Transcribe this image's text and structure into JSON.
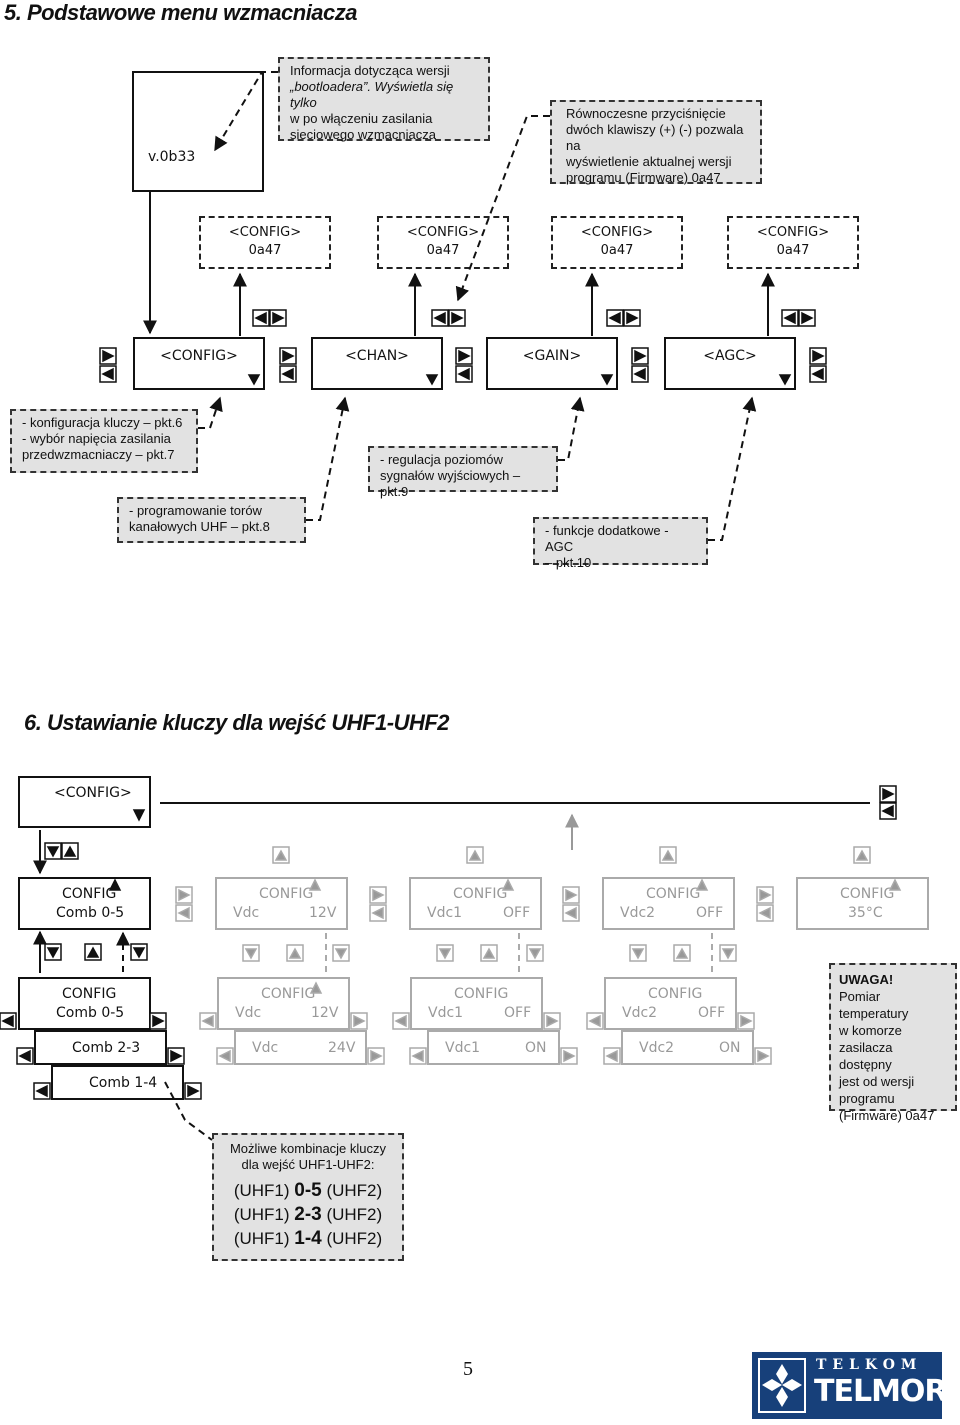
{
  "section5": {
    "title": "5. Podstawowe menu wzmacniacza",
    "version_display": "v.0b33",
    "note_bootloader": {
      "line1": "Informacja dotycząca wersji",
      "line2": "„bootloadera”. Wyświetla się tylko",
      "line3": "w po włączeniu zasilania",
      "line4": "sieciowego wzmacniacza"
    },
    "note_firmware": {
      "line1": "Równoczesne przyciśnięcie",
      "line2": "dwóch klawiszy (+) (-) pozwala na",
      "line3": "wyświetlenie aktualnej wersji",
      "line4": "programu (Firmware) 0a47"
    },
    "firmware_boxes": [
      {
        "line1": "<CONFIG>",
        "line2": "0a47"
      },
      {
        "line1": "<CONFIG>",
        "line2": "0a47"
      },
      {
        "line1": "<CONFIG>",
        "line2": "0a47"
      },
      {
        "line1": "<CONFIG>",
        "line2": "0a47"
      }
    ],
    "menu": [
      "<CONFIG>",
      "<CHAN>",
      "<GAIN>",
      "<AGC>"
    ],
    "notes": {
      "config_a1": "- konfiguracja kluczy – pkt.6",
      "config_a2": "- wybór napięcia zasilania",
      "config_a3": "przedwzmacniaczy – pkt.7",
      "chan1": "- programowanie torów",
      "chan2": "kanałowych UHF – pkt.8",
      "gain1": "- regulacja poziomów",
      "gain2": "sygnałów wyjściowych – pkt.9",
      "agc1": "- funkcje dodatkowe - AGC",
      "agc2": "– pkt.10"
    }
  },
  "section6": {
    "title": "6. Ustawianie kluczy dla wejść UHF1-UHF2",
    "top_box": "<CONFIG>",
    "row1": [
      {
        "l1": "CONFIG",
        "l2a": "Comb 0-5",
        "l2b": ""
      },
      {
        "l1": "CONFIG",
        "l2a": "Vdc",
        "l2b": "12V"
      },
      {
        "l1": "CONFIG",
        "l2a": "Vdc1",
        "l2b": "OFF"
      },
      {
        "l1": "CONFIG",
        "l2a": "Vdc2",
        "l2b": "OFF"
      },
      {
        "l1": "CONFIG",
        "l2a": "35°C",
        "l2b": ""
      }
    ],
    "row2": [
      {
        "l1": "CONFIG",
        "l2a": "Comb 0-5",
        "l2b": ""
      },
      {
        "l1": "CONFIG",
        "l2a": "Vdc",
        "l2b": "12V"
      },
      {
        "l1": "CONFIG",
        "l2a": "Vdc1",
        "l2b": "OFF"
      },
      {
        "l1": "CONFIG",
        "l2a": "Vdc2",
        "l2b": "OFF"
      }
    ],
    "row3": [
      {
        "a": "Comb 2-3",
        "b": ""
      },
      {
        "a": "Vdc",
        "b": "24V"
      },
      {
        "a": "Vdc1",
        "b": "ON"
      },
      {
        "a": "Vdc2",
        "b": "ON"
      }
    ],
    "row4": "Comb 1-4",
    "uwaga": {
      "title": "UWAGA!",
      "l1": "Pomiar",
      "l2": "temperatury",
      "l3": "w komorze",
      "l4": "zasilacza dostępny",
      "l5": "jest od wersji",
      "l6": "programu",
      "l7": "(Firmware) 0a47"
    },
    "combos": {
      "l1": "Możliwe kombinacje kluczy",
      "l2": "dla wejść UHF1-UHF2:",
      "c1a": "(UHF1) ",
      "c1b": "0-5",
      "c1c": " (UHF2)",
      "c2a": "(UHF1) ",
      "c2b": "2-3",
      "c2c": " (UHF2)",
      "c3a": "(UHF1) ",
      "c3b": "1-4",
      "c3c": " (UHF2)"
    }
  },
  "footer": {
    "page_number": "5",
    "logo_top": "TELKOM",
    "logo_bottom": "TELMOR"
  }
}
